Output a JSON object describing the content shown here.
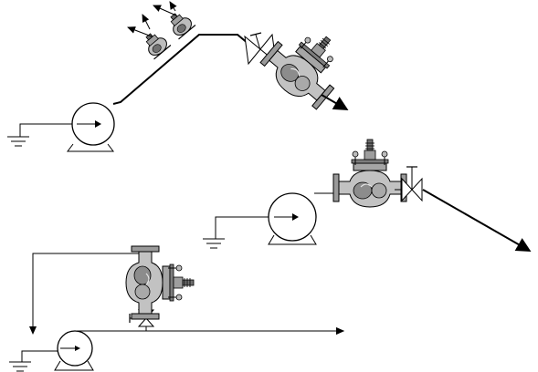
{
  "diagram": {
    "type": "hydraulic-schematic",
    "colors": {
      "line": "#000000",
      "valve_body": "#bdbdbd",
      "valve_dark": "#8a8a8a",
      "valve_light": "#e4e4e4",
      "pump_fill": "#ffffff"
    },
    "installations": [
      {
        "name": "uphill-line",
        "components": [
          "ground-icon",
          "pump-icon",
          "air-release-valve-icon",
          "air-release-valve-icon",
          "gate-valve-icon",
          "control-valve-icon",
          "flow-arrow-icon"
        ]
      },
      {
        "name": "downhill-line",
        "components": [
          "ground-icon",
          "pump-icon",
          "control-valve-icon",
          "gate-valve-icon",
          "flow-arrow-icon"
        ]
      },
      {
        "name": "recirculation-line",
        "components": [
          "ground-icon",
          "pump-icon",
          "gate-valve-icon",
          "control-valve-icon",
          "flow-arrow-icon"
        ]
      }
    ]
  }
}
